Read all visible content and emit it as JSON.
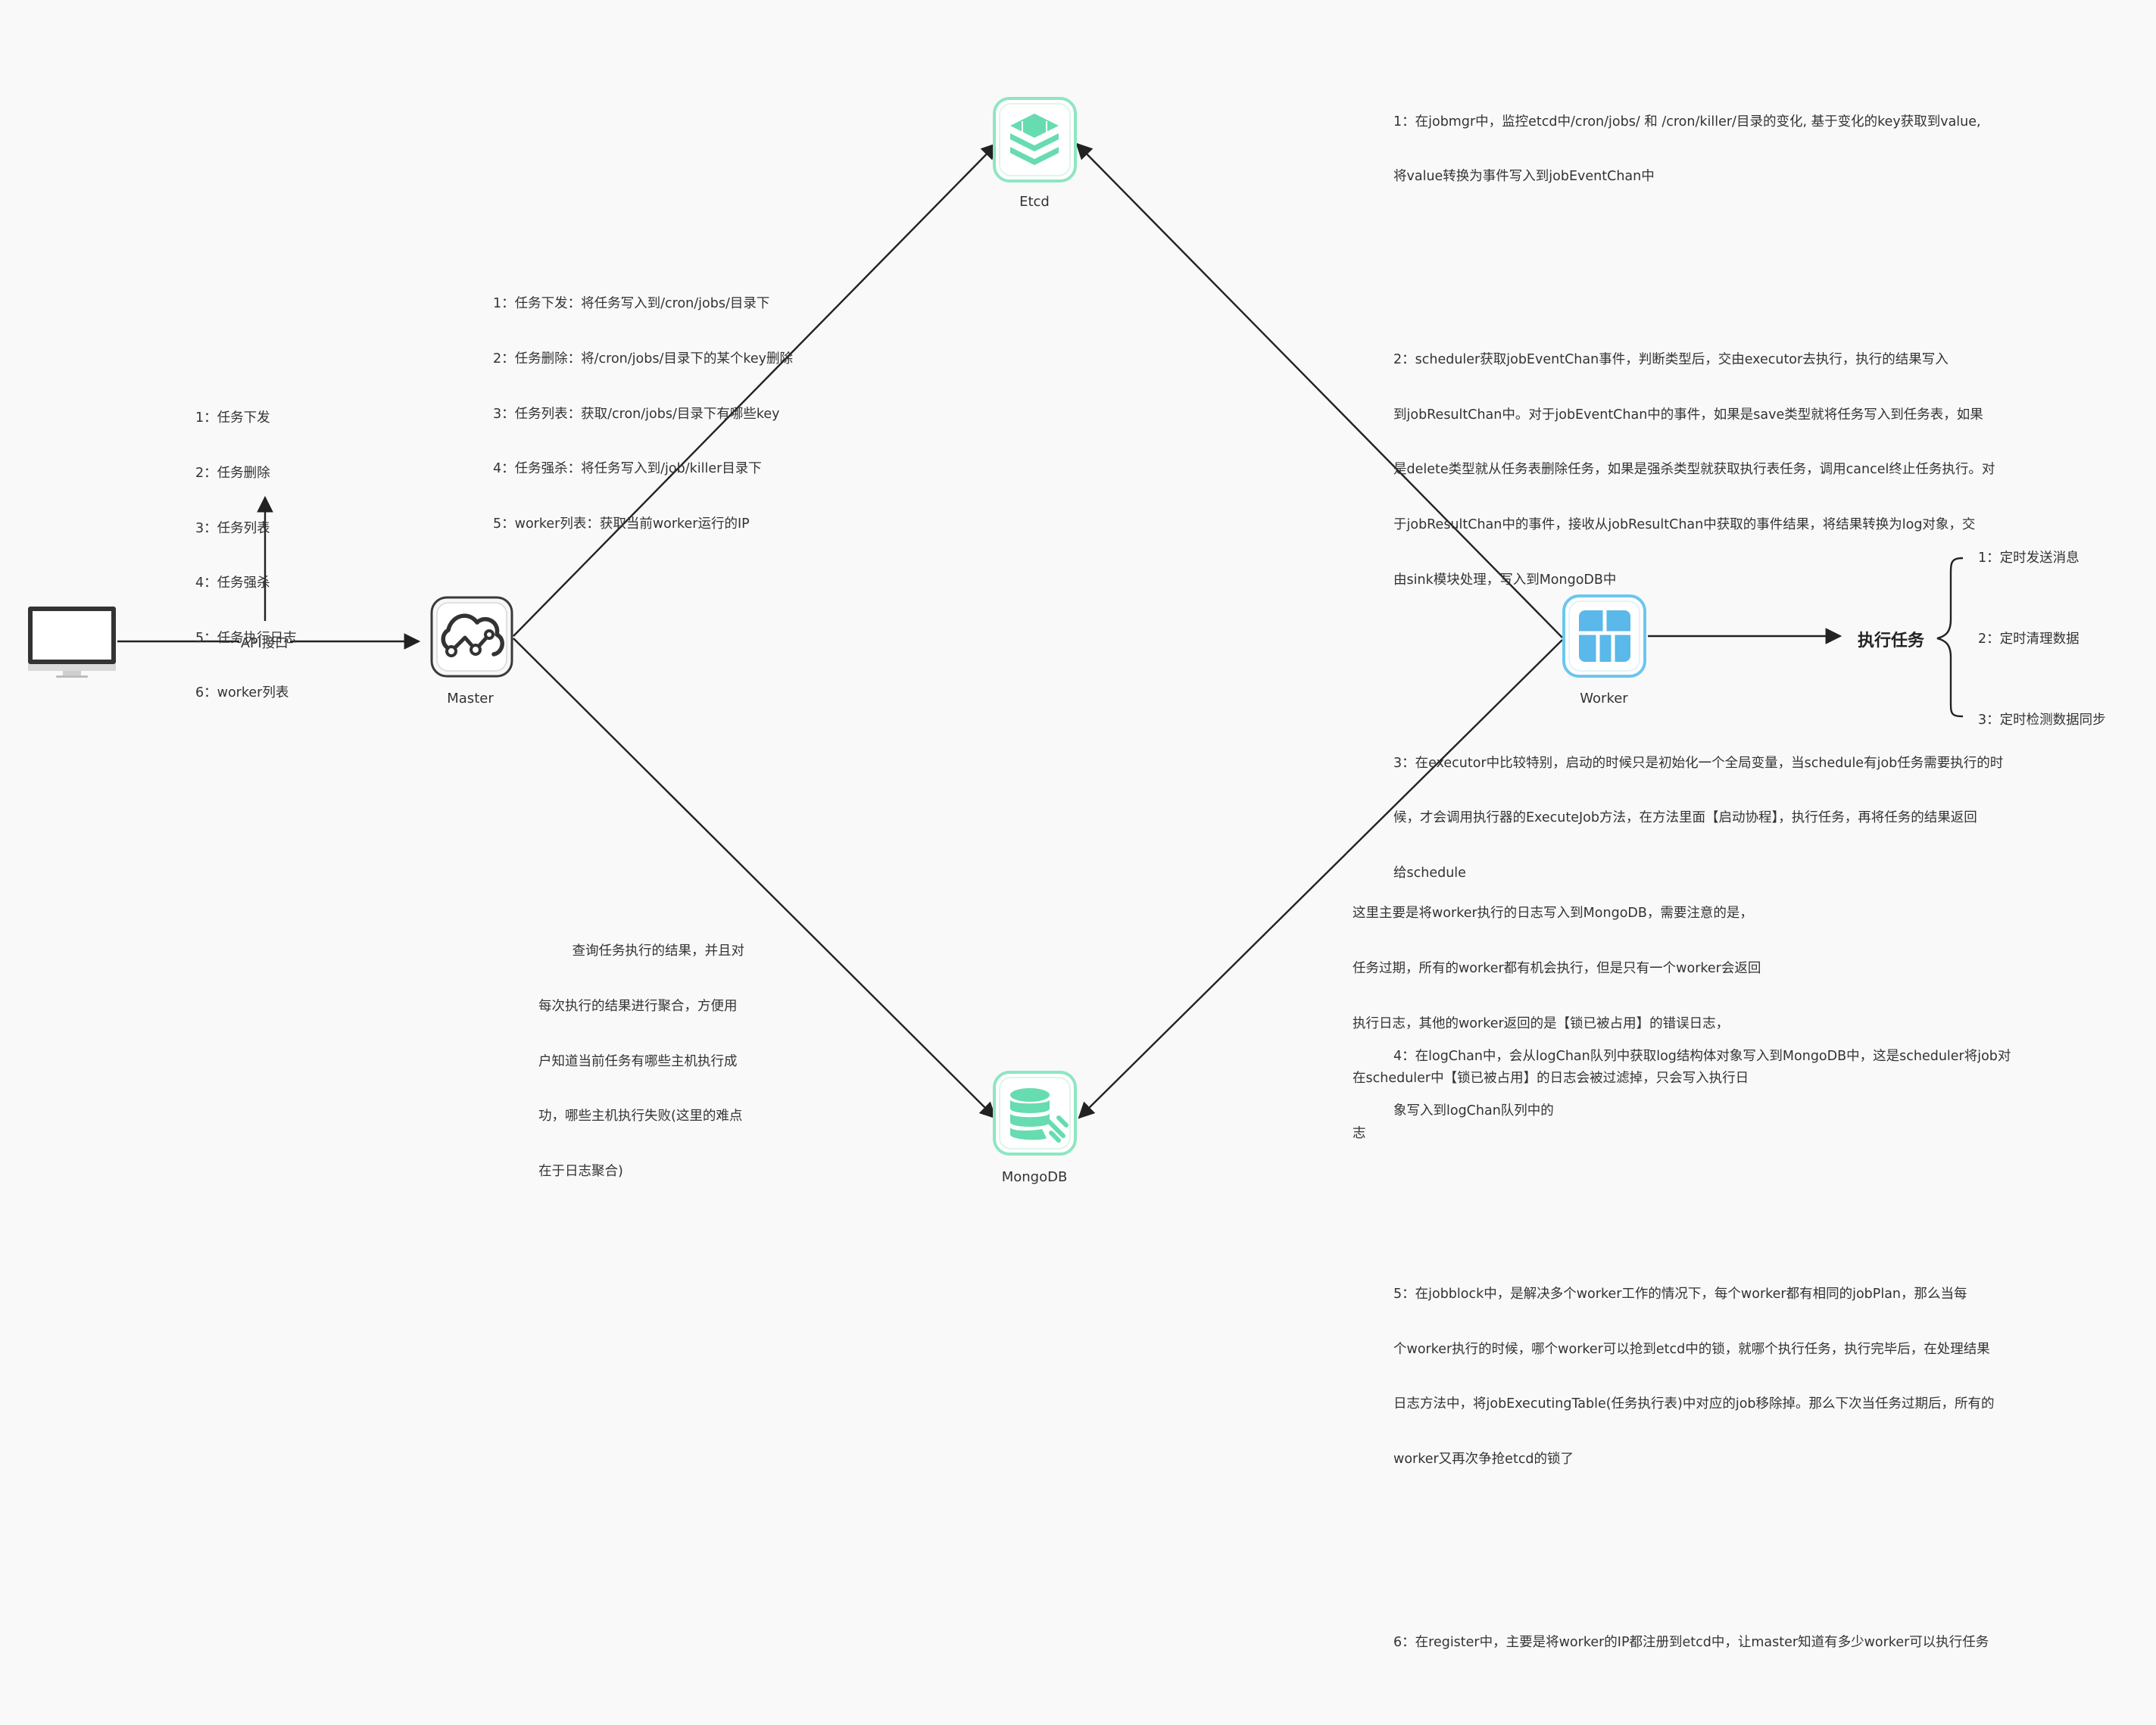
{
  "nodes": {
    "etcd": "Etcd",
    "master": "Master",
    "worker": "Worker",
    "mongodb": "MongoDB"
  },
  "api_label": "API接口",
  "client_api_list": [
    "1：任务下发",
    "2：任务删除",
    "3：任务列表",
    "4：任务强杀",
    "5：任务执行日志",
    "6：worker列表"
  ],
  "master_etcd_notes": [
    "1：任务下发：将任务写入到/cron/jobs/目录下",
    "2：任务删除：将/cron/jobs/目录下的某个key删除",
    "3：任务列表：获取/cron/jobs/目录下有哪些key",
    "4：任务强杀：将任务写入到/job/killer目录下",
    "5：worker列表：获取当前worker运行的IP"
  ],
  "worker_notes": [
    [
      "1：在jobmgr中，监控etcd中/cron/jobs/ 和 /cron/killer/目录的变化, 基于变化的key获取到value,",
      "将value转换为事件写入到jobEventChan中"
    ],
    [
      "2：scheduler获取jobEventChan事件，判断类型后，交由executor去执行，执行的结果写入",
      "到jobResultChan中。对于jobEventChan中的事件，如果是save类型就将任务写入到任务表，如果",
      "是delete类型就从任务表删除任务，如果是强杀类型就获取执行表任务，调用cancel终止任务执行。对",
      "于jobResultChan中的事件，接收从jobResultChan中获取的事件结果，将结果转换为log对象，交",
      "由sink模块处理，写入到MongoDB中"
    ],
    [
      "3：在executor中比较特别，启动的时候只是初始化一个全局变量，当schedule有job任务需要执行的时",
      "候，才会调用执行器的ExecuteJob方法，在方法里面【启动协程】，执行任务，再将任务的结果返回",
      "给schedule"
    ],
    [
      "4：在logChan中，会从logChan队列中获取log结构体对象写入到MongoDB中，这是scheduler将job对",
      "象写入到logChan队列中的"
    ],
    [
      "5：在jobblock中，是解决多个worker工作的情况下，每个worker都有相同的jobPlan，那么当每",
      "个worker执行的时候，哪个worker可以抢到etcd中的锁，就哪个执行任务，执行完毕后，在处理结果",
      "日志方法中，将jobExecutingTable(任务执行表)中对应的job移除掉。那么下次当任务过期后，所有的",
      "worker又再次争抢etcd的锁了"
    ],
    [
      "6：在register中，主要是将worker的IP都注册到etcd中，让master知道有多少worker可以执行任务"
    ]
  ],
  "master_mongo_note": [
    "        查询任务执行的结果，并且对",
    "每次执行的结果进行聚合，方便用",
    "户知道当前任务有哪些主机执行成",
    "功，哪些主机执行失败(这里的难点",
    "在于日志聚合)"
  ],
  "worker_mongo_note": [
    "这里主要是将worker执行的日志写入到MongoDB，需要注意的是，",
    "任务过期，所有的worker都有机会执行，但是只有一个worker会返回",
    "执行日志，其他的worker返回的是【锁已被占用】的错误日志，",
    "在scheduler中【锁已被占用】的日志会被过滤掉，只会写入执行日",
    "志"
  ],
  "execute": {
    "title": "执行任务",
    "items": [
      "1：定时发送消息",
      "2：定时清理数据",
      "3：定时检测数据同步"
    ]
  },
  "colors": {
    "line": "#222222",
    "etcd_mongo_border": "#8ee6c2",
    "etcd_mongo_fill": "#66dcb0",
    "worker_border": "#6cc6f0",
    "worker_fill": "#5ab8ea",
    "master_border": "#3a3a3a"
  }
}
